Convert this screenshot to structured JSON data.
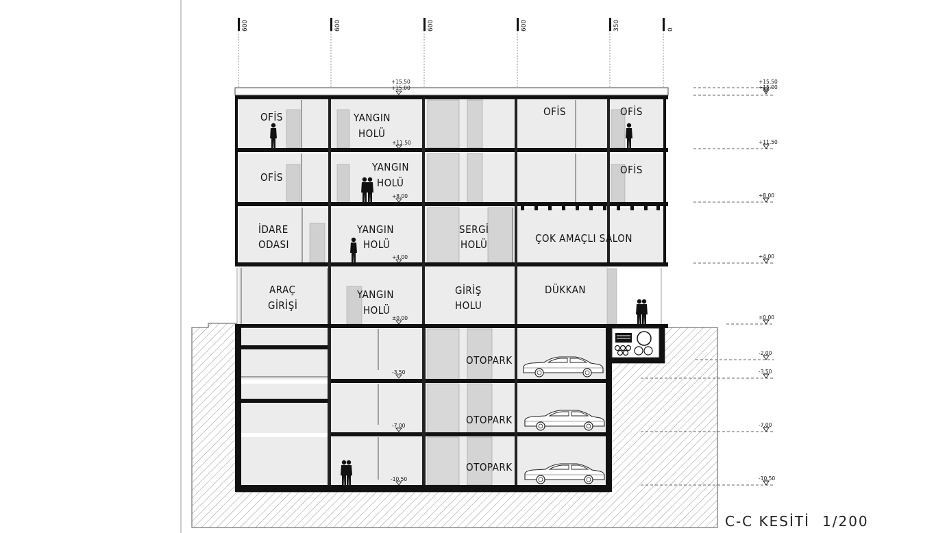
{
  "drawing_title": "C-C KESİTİ",
  "scale": "1/200",
  "axis_dimensions": [
    "600",
    "600",
    "600",
    "600",
    "350",
    "0"
  ],
  "levels": [
    {
      "label": "+15.50"
    },
    {
      "label": "+15.00"
    },
    {
      "label": "+11.50"
    },
    {
      "label": "+8.00"
    },
    {
      "label": "+4.00"
    },
    {
      "label": "±0.00"
    },
    {
      "label": "-2.00"
    },
    {
      "label": "-3.50"
    },
    {
      "label": "-7.00"
    },
    {
      "label": "-10.50"
    }
  ],
  "inline_levels": {
    "l15": "+15.00",
    "l15b": "+15.50",
    "l11": "+11.50",
    "l8": "+8.00",
    "l4": "+4.00",
    "l0": "±0.00",
    "m35": "-3.50",
    "m70": "-7.00",
    "m105": "-10.50"
  },
  "rooms": {
    "ofis_4a": "OFİS",
    "yangin_4_1": "YANGIN",
    "yangin_4_2": "HOLÜ",
    "ofis_4b": "OFİS",
    "ofis_4c": "OFİS",
    "ofis_3a": "OFİS",
    "yangin_3_1": "YANGIN",
    "yangin_3_2": "HOLÜ",
    "ofis_3c": "OFİS",
    "idare_1": "İDARE",
    "idare_2": "ODASI",
    "yangin_2_1": "YANGIN",
    "yangin_2_2": "HOLÜ",
    "sergi_1": "SERGİ",
    "sergi_2": "HOLÜ",
    "cok_amacli": "ÇOK AMAÇLI SALON",
    "arac_1": "ARAÇ",
    "arac_2": "GİRİŞİ",
    "yangin_1_1": "YANGIN",
    "yangin_1_2": "HOLÜ",
    "giris_1": "GİRİŞ",
    "giris_2": "HOLU",
    "dukkan": "DÜKKAN",
    "otopark_1": "OTOPARK",
    "otopark_2": "OTOPARK",
    "otopark_3": "OTOPARK"
  }
}
